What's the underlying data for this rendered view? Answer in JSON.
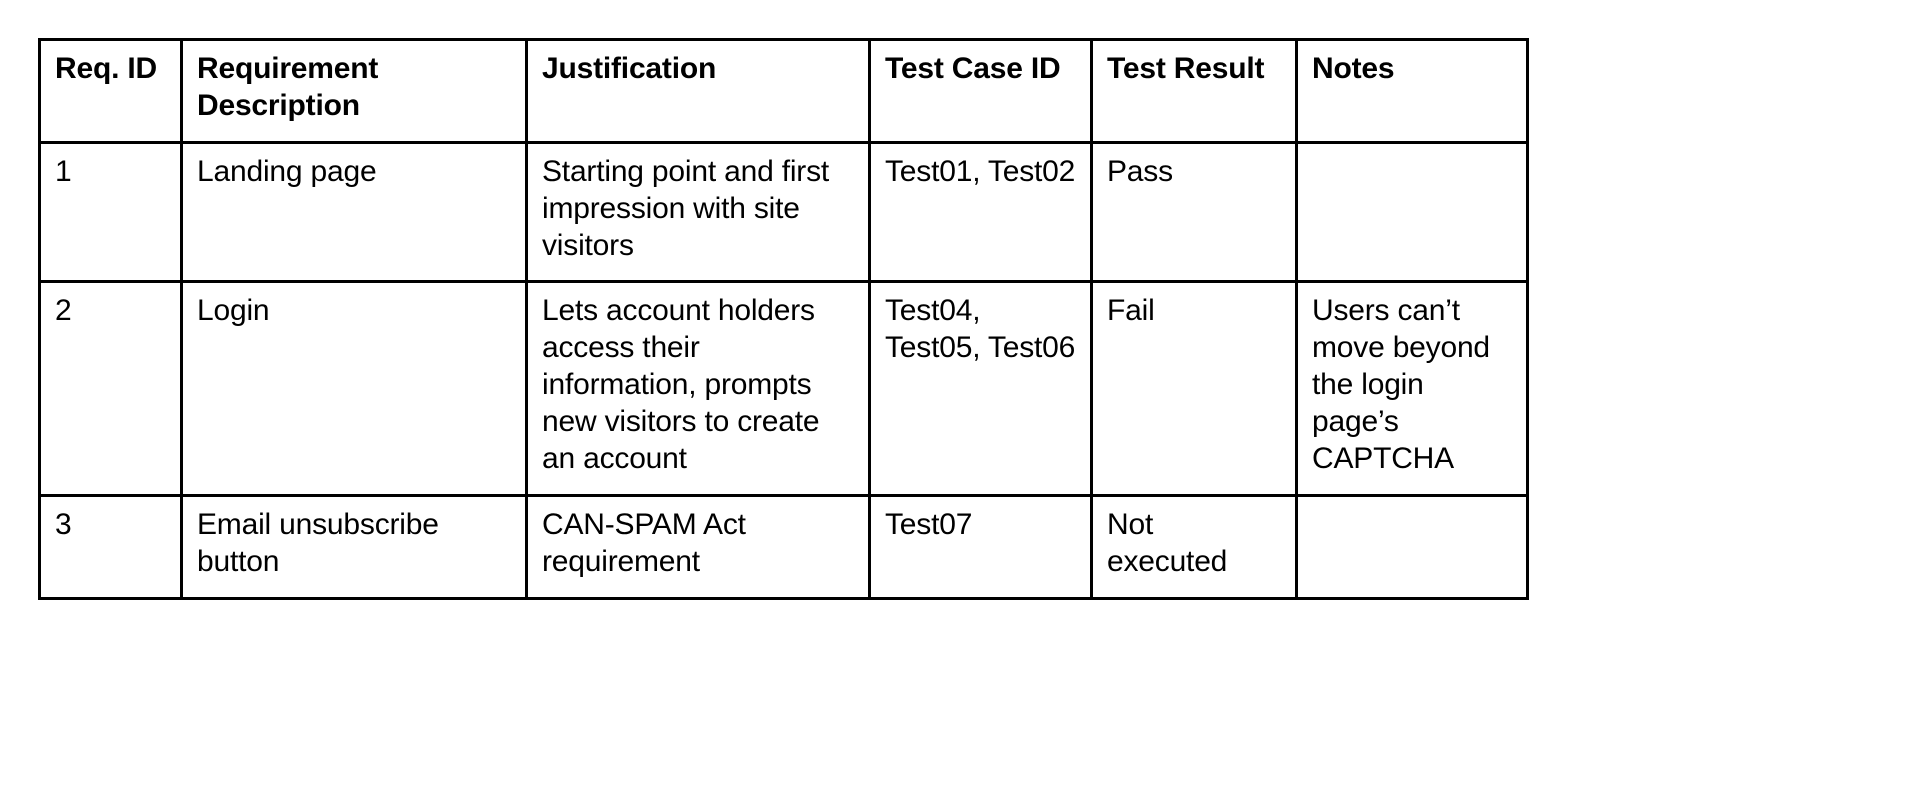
{
  "document": {
    "type": "requirements-traceability-table",
    "background_color": "#ffffff",
    "text_color": "#000000",
    "border_color": "#000000"
  },
  "table": {
    "columns": [
      {
        "key": "req_id",
        "label": "Req. ID"
      },
      {
        "key": "desc",
        "label": "Requirement Description"
      },
      {
        "key": "just",
        "label": "Justification"
      },
      {
        "key": "tcid",
        "label": "Test Case ID"
      },
      {
        "key": "result",
        "label": "Test Result"
      },
      {
        "key": "notes",
        "label": "Notes"
      }
    ],
    "rows": [
      {
        "req_id": "1",
        "desc": "Landing page",
        "just": "Starting point and first impression with site visitors",
        "tcid": "Test01, Test02",
        "result": "Pass",
        "notes": ""
      },
      {
        "req_id": "2",
        "desc": "Login",
        "just": "Lets account holders access their information, prompts new visitors to create an account",
        "tcid": "Test04, Test05, Test06",
        "result": "Fail",
        "notes": "Users can’t move beyond the login page’s CAPTCHA"
      },
      {
        "req_id": "3",
        "desc": "Email unsubscribe button",
        "just": "CAN-SPAM Act requirement",
        "tcid": "Test07",
        "result": "Not executed",
        "notes": ""
      }
    ]
  }
}
